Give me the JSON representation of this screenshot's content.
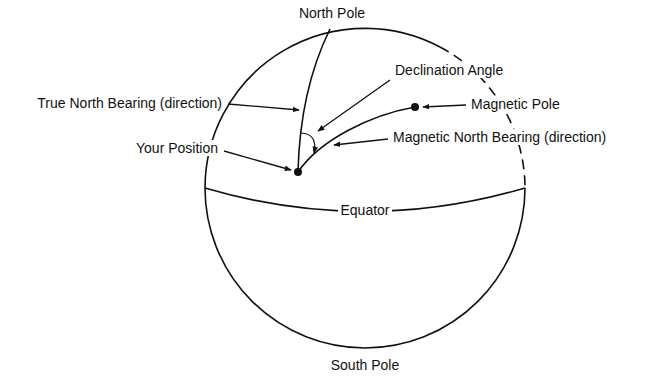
{
  "diagram": {
    "labels": [
      "North Pole",
      "Declination Angle",
      "True North Bearing (direction)",
      "Magnetic Pole",
      "Your Position",
      "Magnetic North Bearing (direction)",
      "Equator",
      "South Pole"
    ]
  }
}
